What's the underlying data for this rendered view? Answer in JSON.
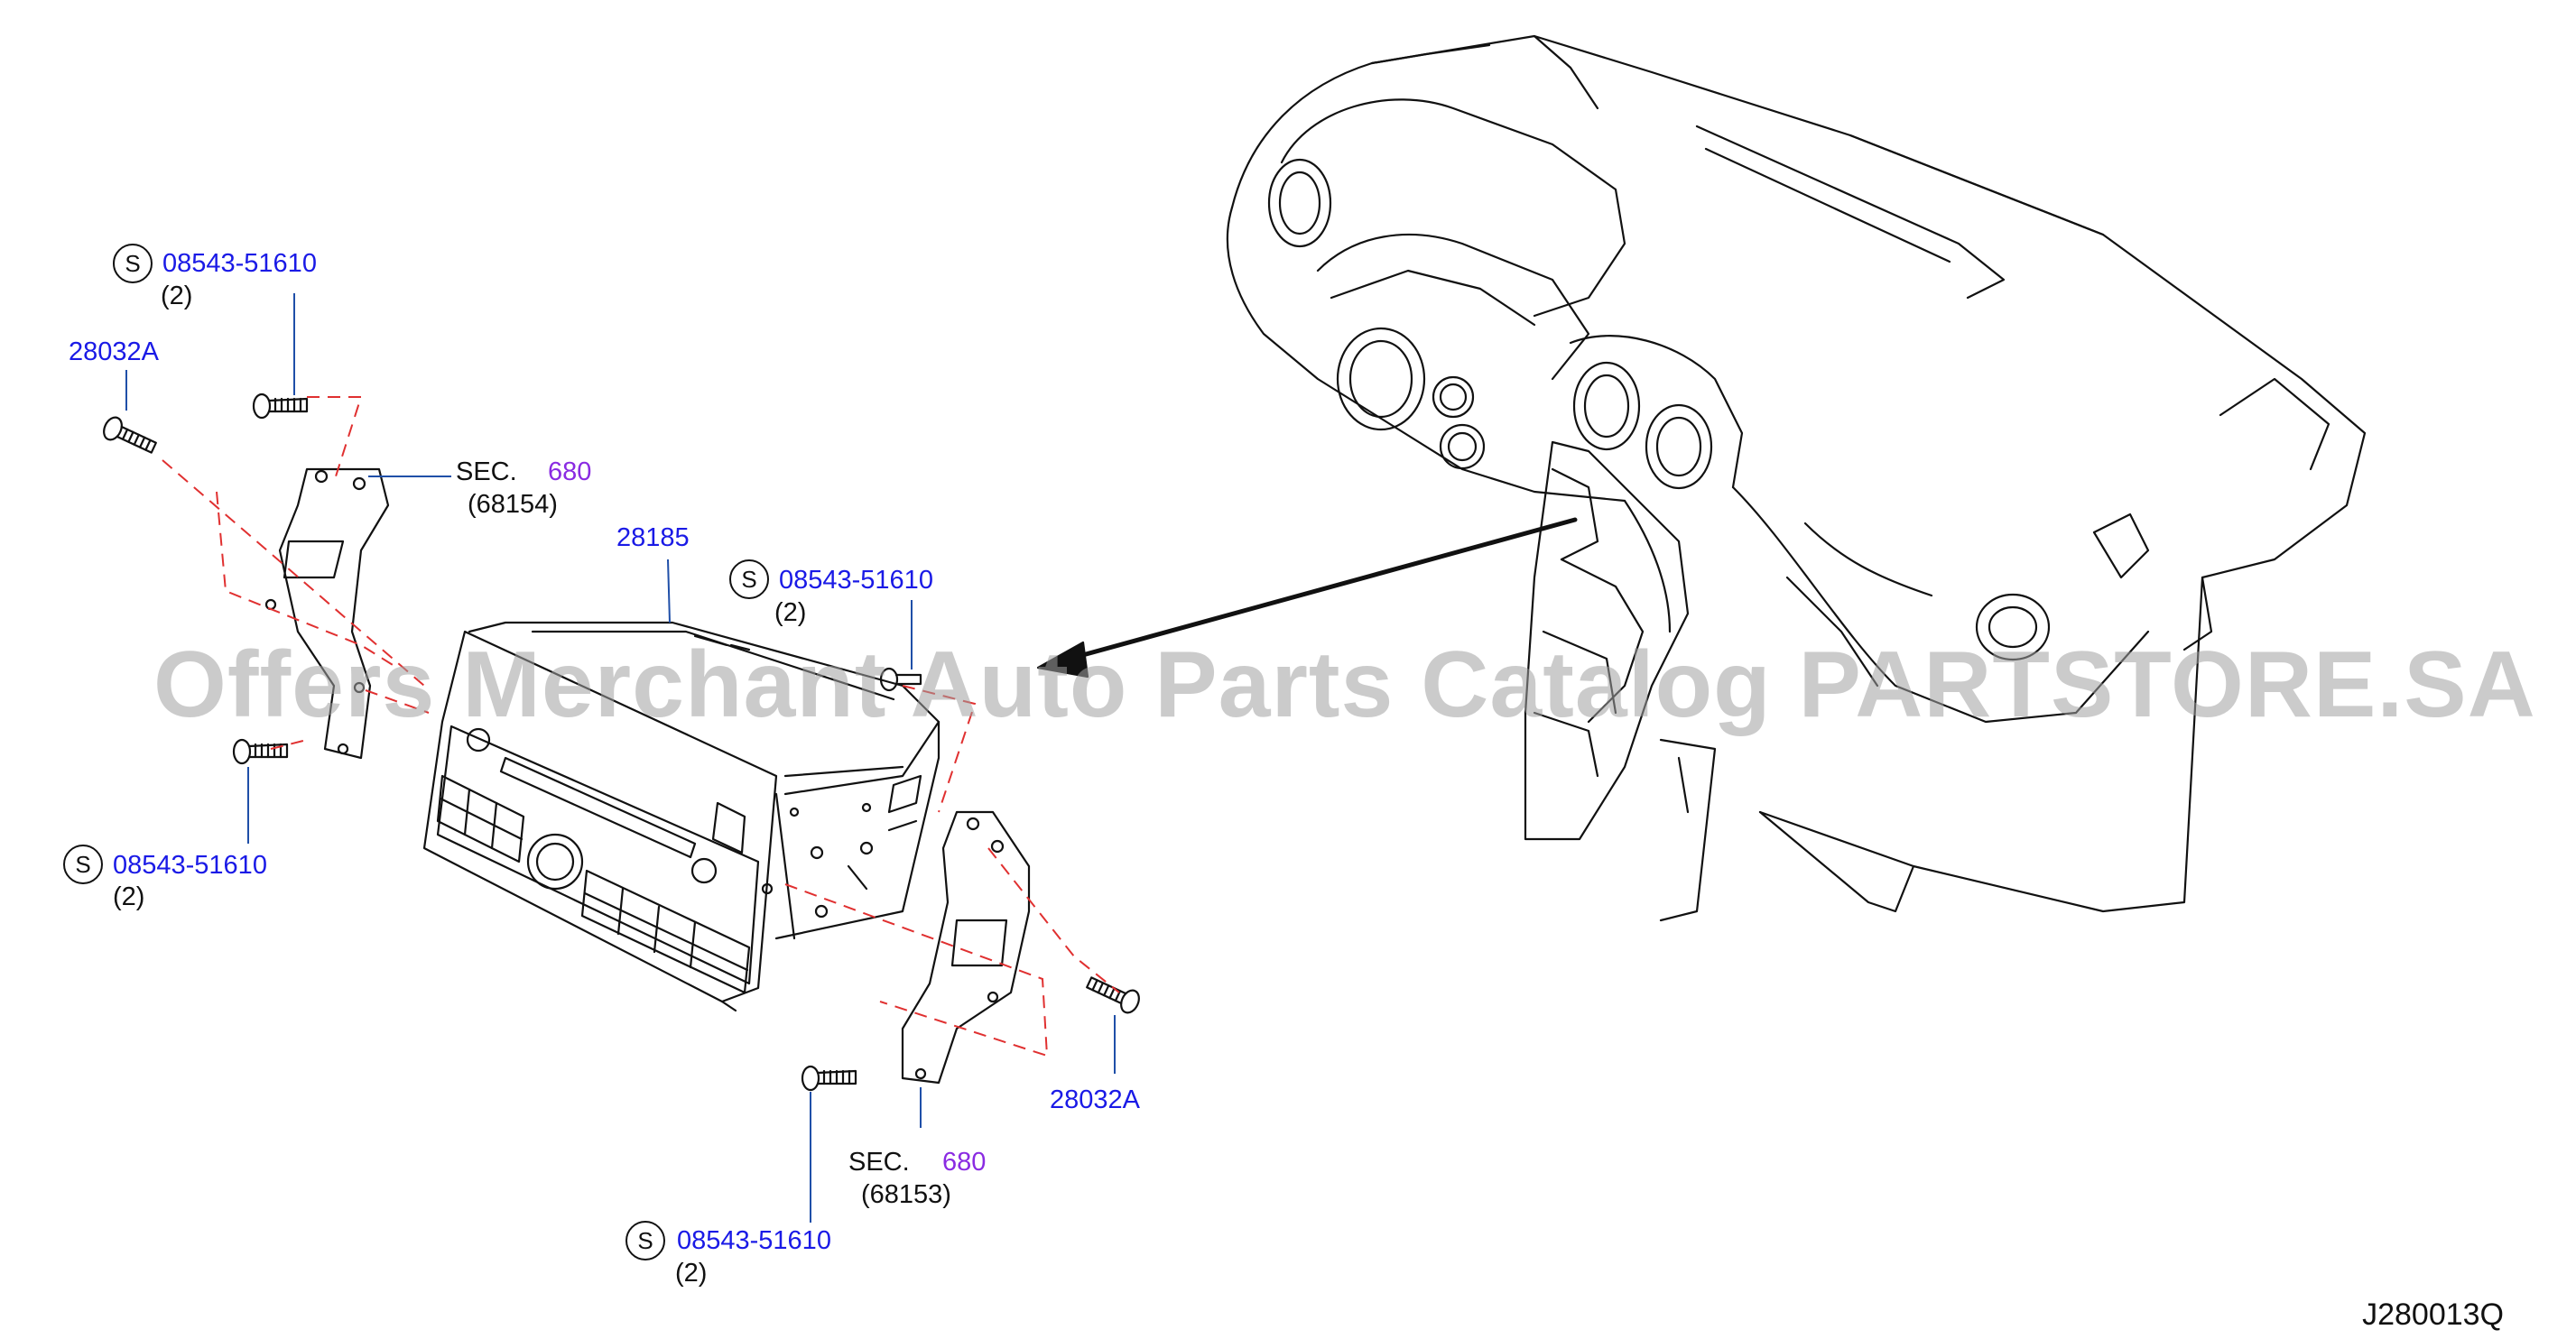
{
  "callouts": {
    "screw_top_left": {
      "symbol": "S",
      "part": "08543-51610",
      "qty": "(2)"
    },
    "bolt_top_left": {
      "part": "28032A"
    },
    "sec_upper": {
      "prefix": "SEC.",
      "section": "680",
      "sub": "(68154)"
    },
    "unit": {
      "part": "28185"
    },
    "screw_mid_right": {
      "symbol": "S",
      "part": "08543-51610",
      "qty": "(2)"
    },
    "screw_lower_left": {
      "symbol": "S",
      "part": "08543-51610",
      "qty": "(2)"
    },
    "bolt_lower_right": {
      "part": "28032A"
    },
    "sec_lower": {
      "prefix": "SEC.",
      "section": "680",
      "sub": "(68153)"
    },
    "screw_bottom": {
      "symbol": "S",
      "part": "08543-51610",
      "qty": "(2)"
    }
  },
  "watermark": "Offers Merchant Auto Parts Catalog PARTSTORE.SA",
  "diagram_code": "J280013Q",
  "colors": {
    "part_number": "#1a1ae6",
    "section_number": "#8a2be2",
    "dashed_line": "#e03030",
    "line": "#111111"
  }
}
